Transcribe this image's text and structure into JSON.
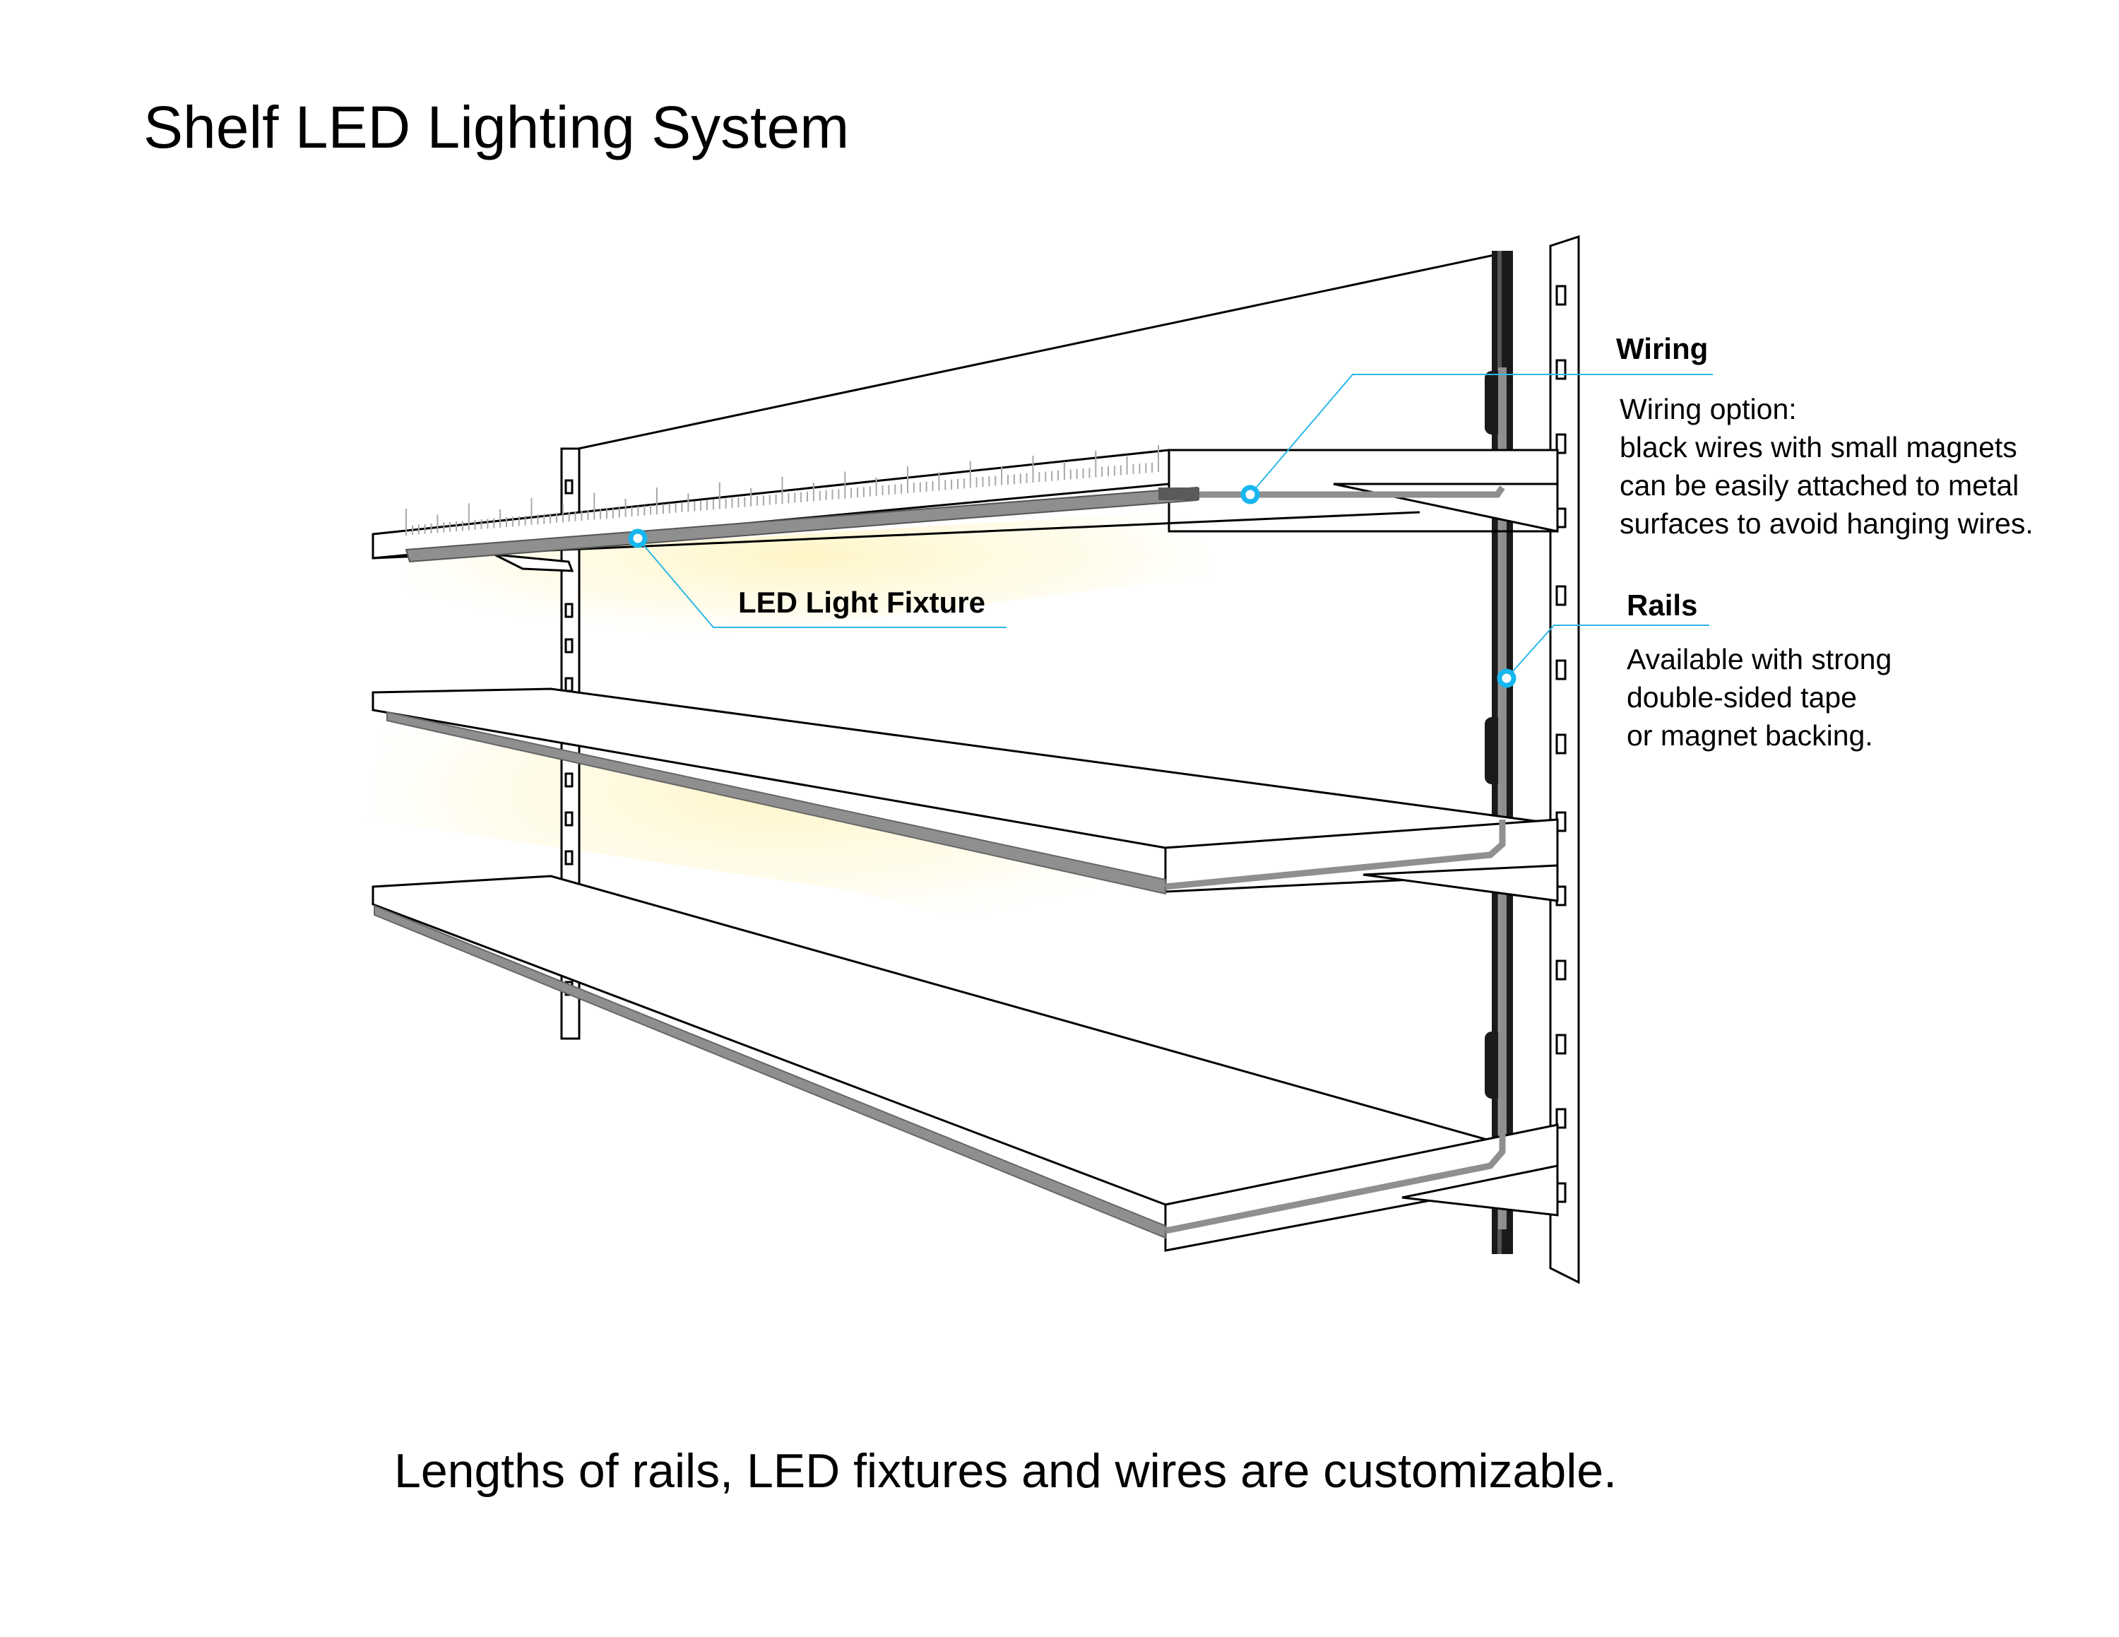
{
  "title": "Shelf LED Lighting System",
  "callouts": {
    "led": {
      "title": "LED Light Fixture"
    },
    "wiring": {
      "title": "Wiring",
      "body": "Wiring option:\nblack wires with small magnets\ncan be easily attached to metal\nsurfaces to avoid hanging wires."
    },
    "rails": {
      "title": "Rails",
      "body": "Available with strong\ndouble-sided tape\nor magnet backing."
    }
  },
  "footer": "Lengths of rails, LED fixtures and wires are customizable.",
  "colors": {
    "callout_line": "#2bb8e8",
    "led_glow": "#fff1b0",
    "fixture_gray": "#8f8f8f",
    "rail_black": "#1a1a1a",
    "outline": "#000000"
  }
}
